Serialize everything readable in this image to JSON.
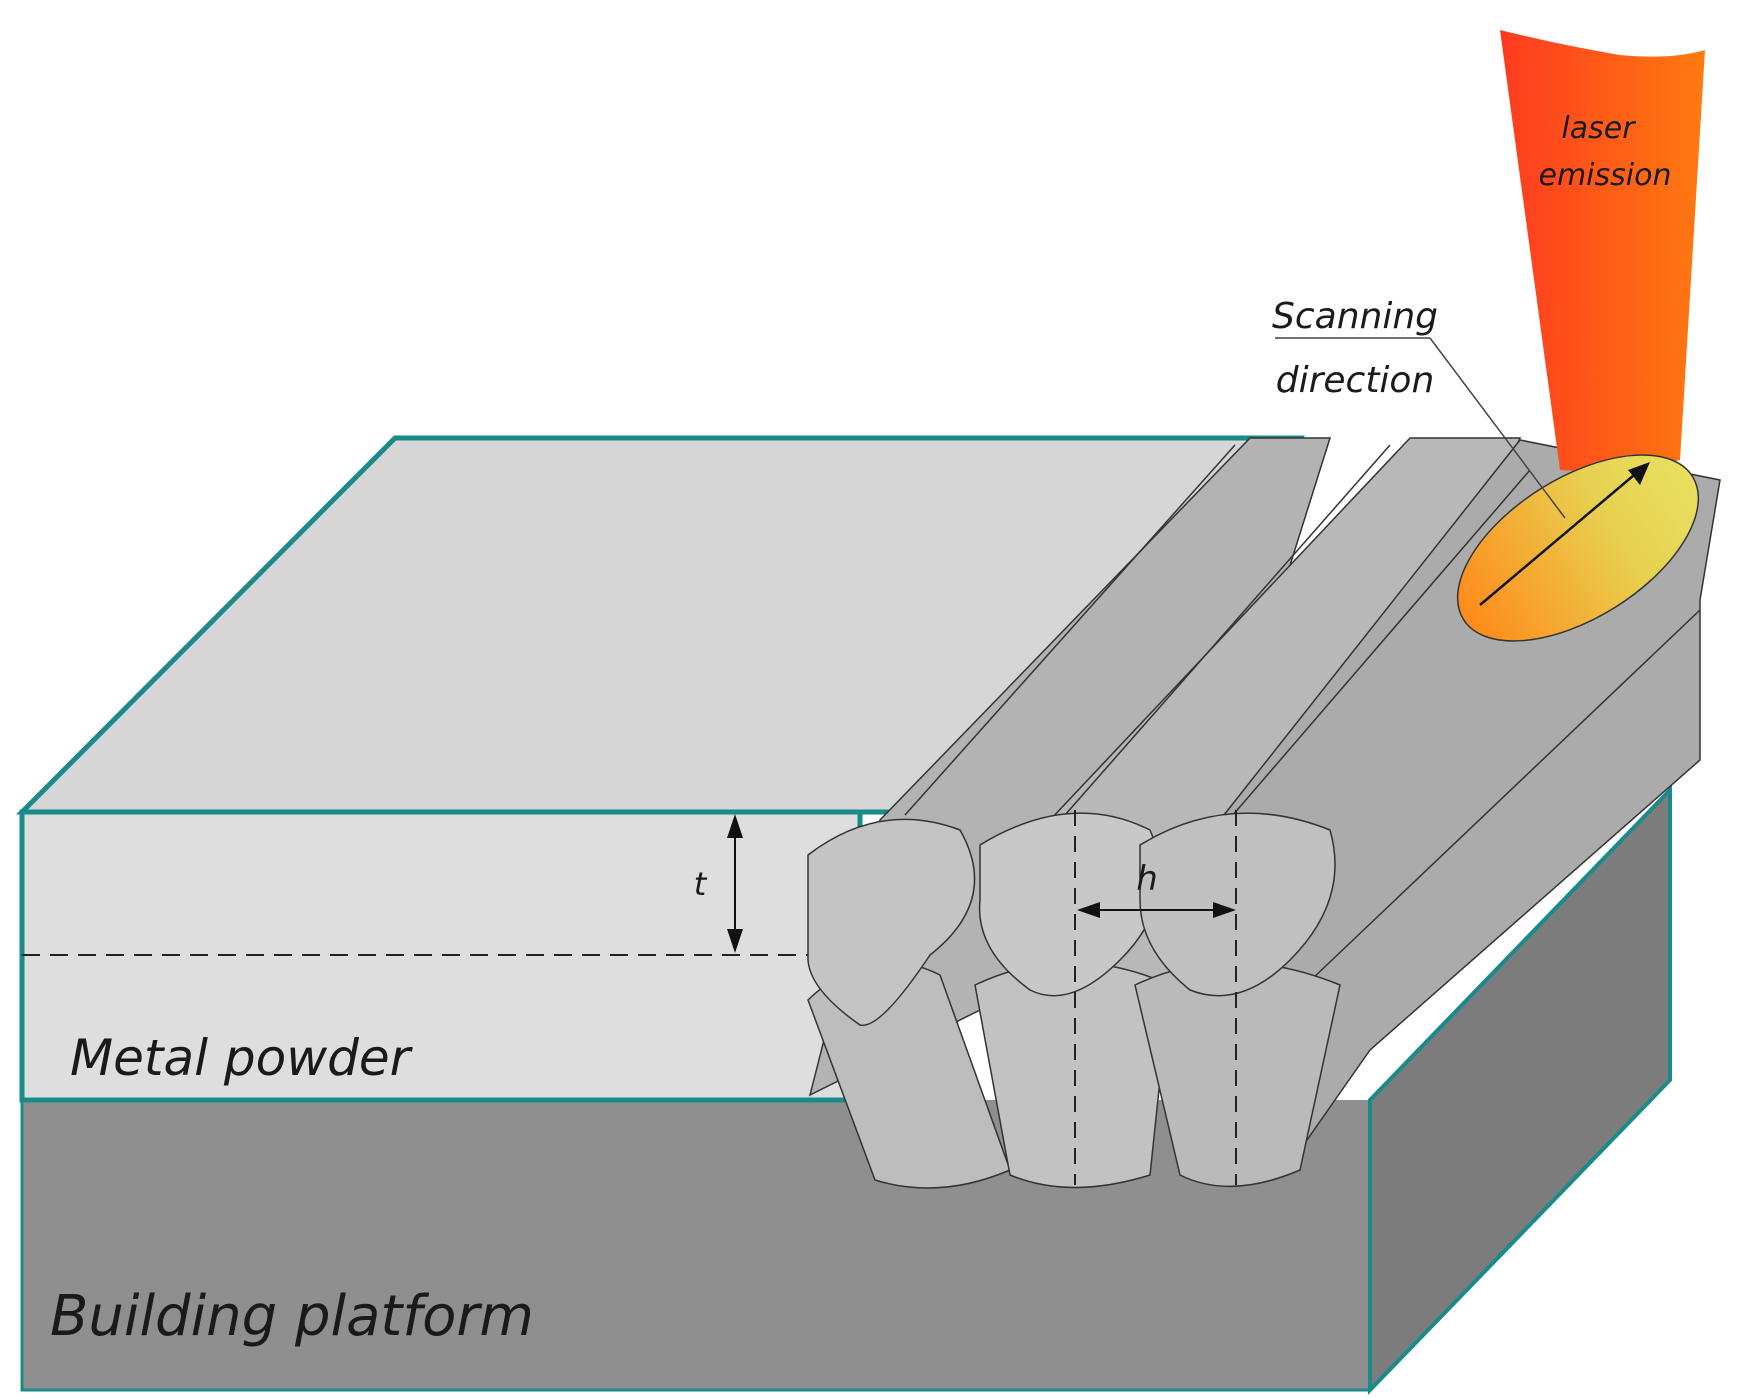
{
  "labels": {
    "laser_line1": "laser",
    "laser_line2": "emission",
    "scan_line1": "Scanning",
    "scan_line2": "direction",
    "metal_powder": "Metal powder",
    "building_platform": "Building platform",
    "dim_h": "h",
    "dim_t": "t"
  },
  "colors": {
    "outline_teal": "#1a8a8a",
    "powder_top": "#d6d6d6",
    "powder_front": "#dedede",
    "platform_front": "#8f8f8f",
    "platform_side": "#7c7c7c",
    "track_fill": "#b3b3b3",
    "track_dark": "#a3a3a3",
    "melt_pool_start": "#ff8a1a",
    "melt_pool_end": "#e8e060",
    "laser_start": "#ff3a20",
    "laser_end": "#ff7a10"
  }
}
